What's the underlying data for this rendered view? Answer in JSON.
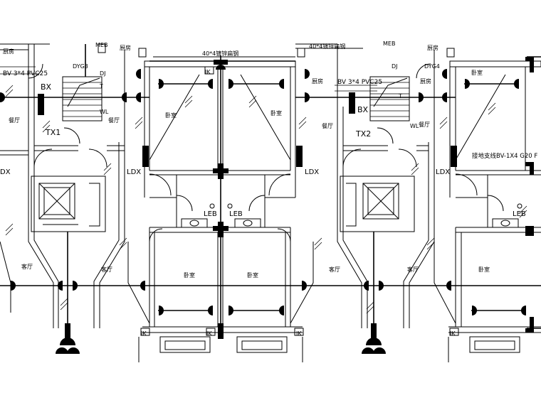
{
  "labels": {
    "kitchen": "厨房",
    "dining": "餐厅",
    "bedroom": "卧室",
    "living": "客厅",
    "cable_top": "40*4镀锌扁钢",
    "bv_left": "BV 3*4 PVC25",
    "bv_mid": "BV 3*4 PVC25",
    "ground_note": "接地支线BV-1X4 G20 F",
    "bx": "BX",
    "dyg3": "DYG3",
    "dyg4": "DYG4",
    "meb": "MEB",
    "dj": "DJ",
    "wl": "WL",
    "t": "T",
    "tx1": "TX1",
    "tx2": "TX2",
    "ldx": "LDX",
    "leb": "LEB",
    "ik": "IK",
    "dx": "DX"
  },
  "colors": {
    "ink": "#000000",
    "background": "#ffffff"
  }
}
